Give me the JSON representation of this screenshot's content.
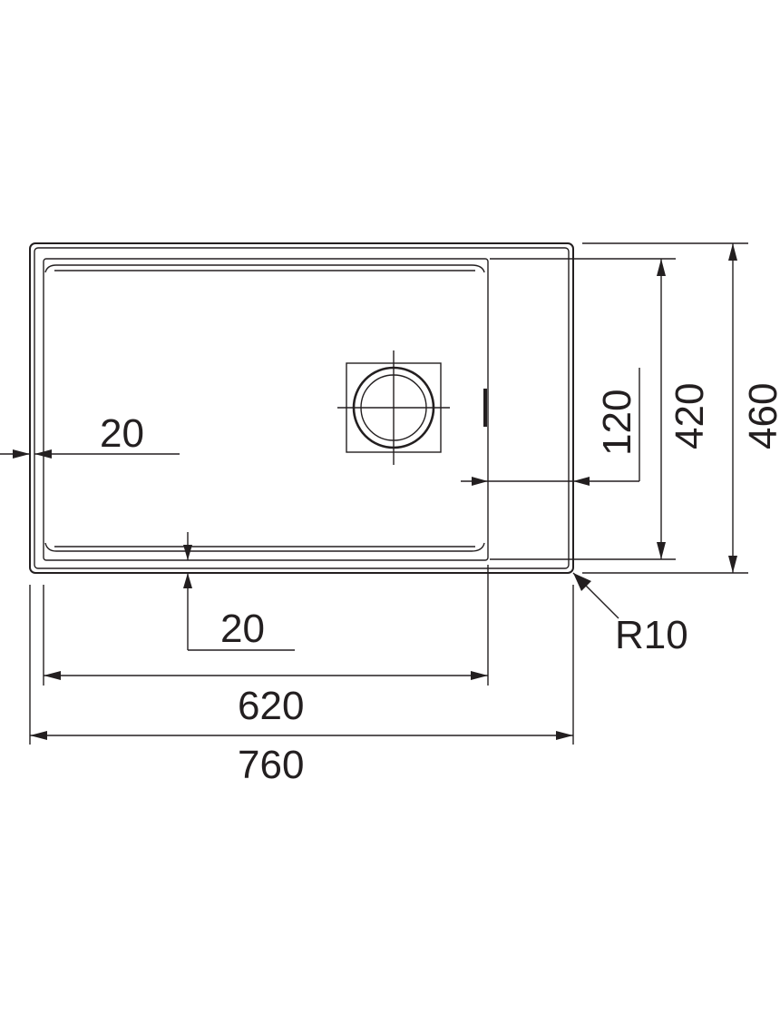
{
  "drawing": {
    "dimensions": {
      "left_margin": "20",
      "bottom_margin": "20",
      "drain_offset": "120",
      "inner_depth": "420",
      "outer_depth": "460",
      "corner_radius": "R10",
      "inner_width": "620",
      "outer_width": "760"
    },
    "line_color": "#231f20",
    "background_color": "#ffffff"
  }
}
